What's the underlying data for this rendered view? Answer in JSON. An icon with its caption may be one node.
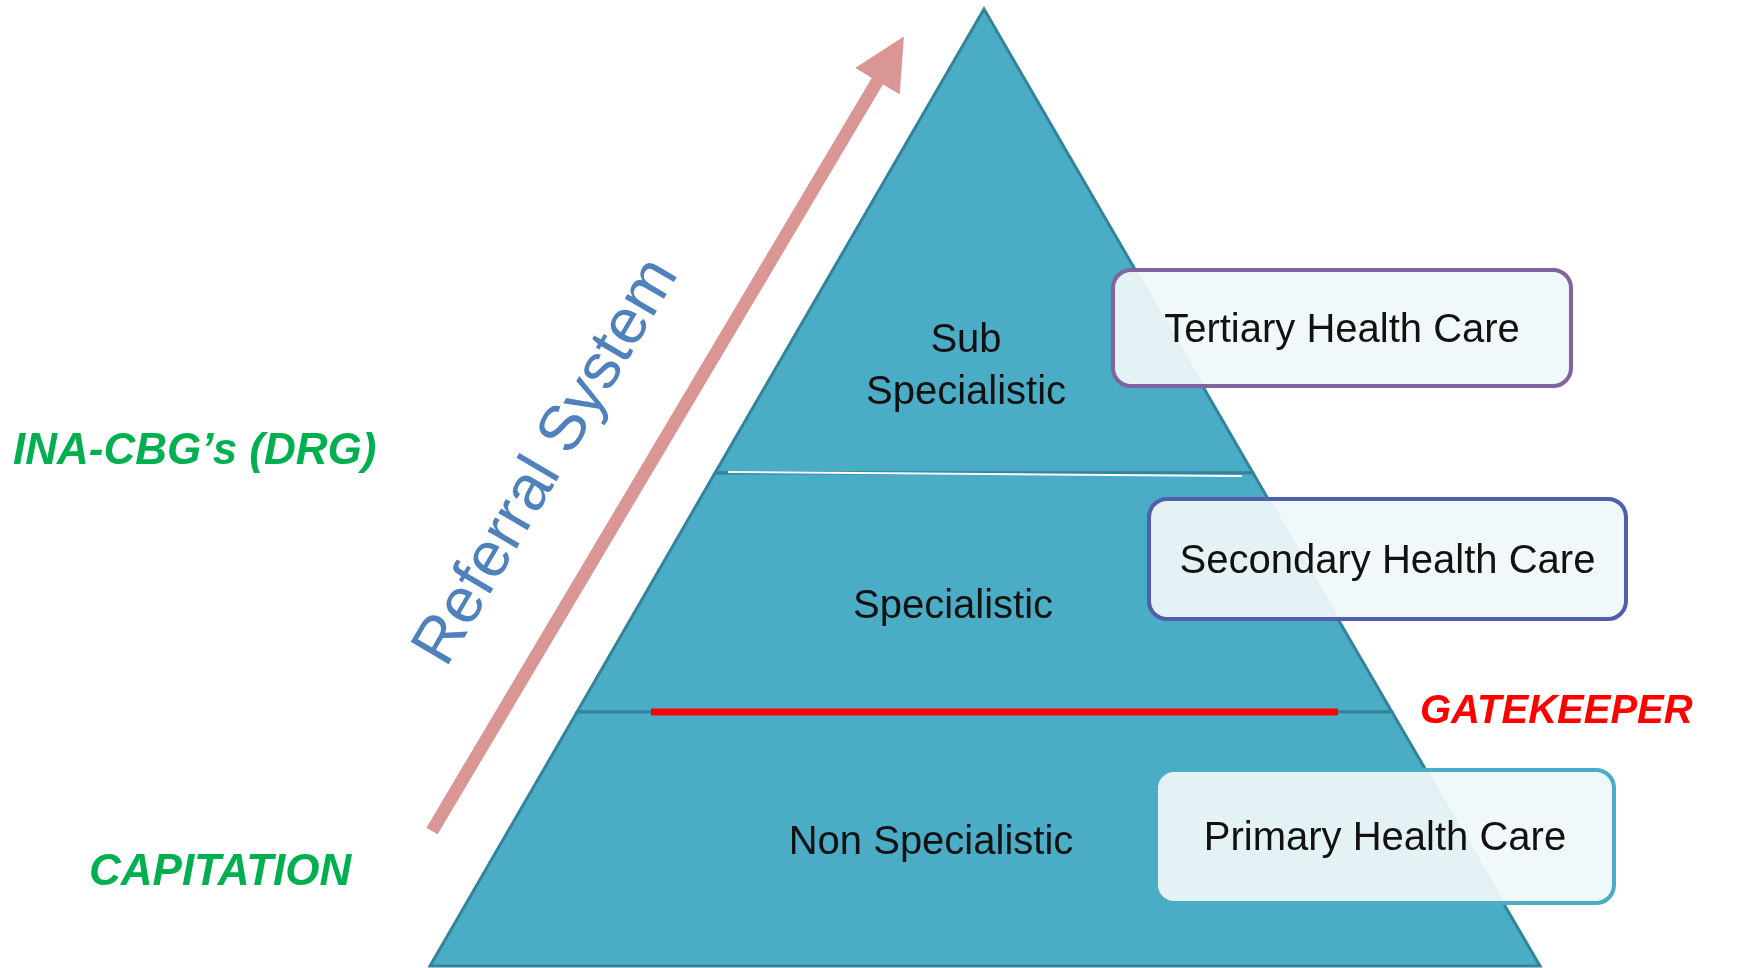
{
  "diagram": {
    "nodes": [
      {
        "text": [
          "Sub Specialistic"
        ]
      },
      {
        "text": [
          "Specialistic"
        ]
      },
      {
        "text": [
          "Non Specialistic"
        ]
      },
      {
        "text": [
          "Tertiary Health Care"
        ]
      },
      {
        "text": [
          "Secondary Health Care"
        ]
      },
      {
        "text": [
          "Primary Health Care"
        ]
      }
    ],
    "labels": [
      "Referral System",
      "INA-CBG’s (DRG)",
      "GATEKEEPER",
      "CAPITATION"
    ]
  }
}
